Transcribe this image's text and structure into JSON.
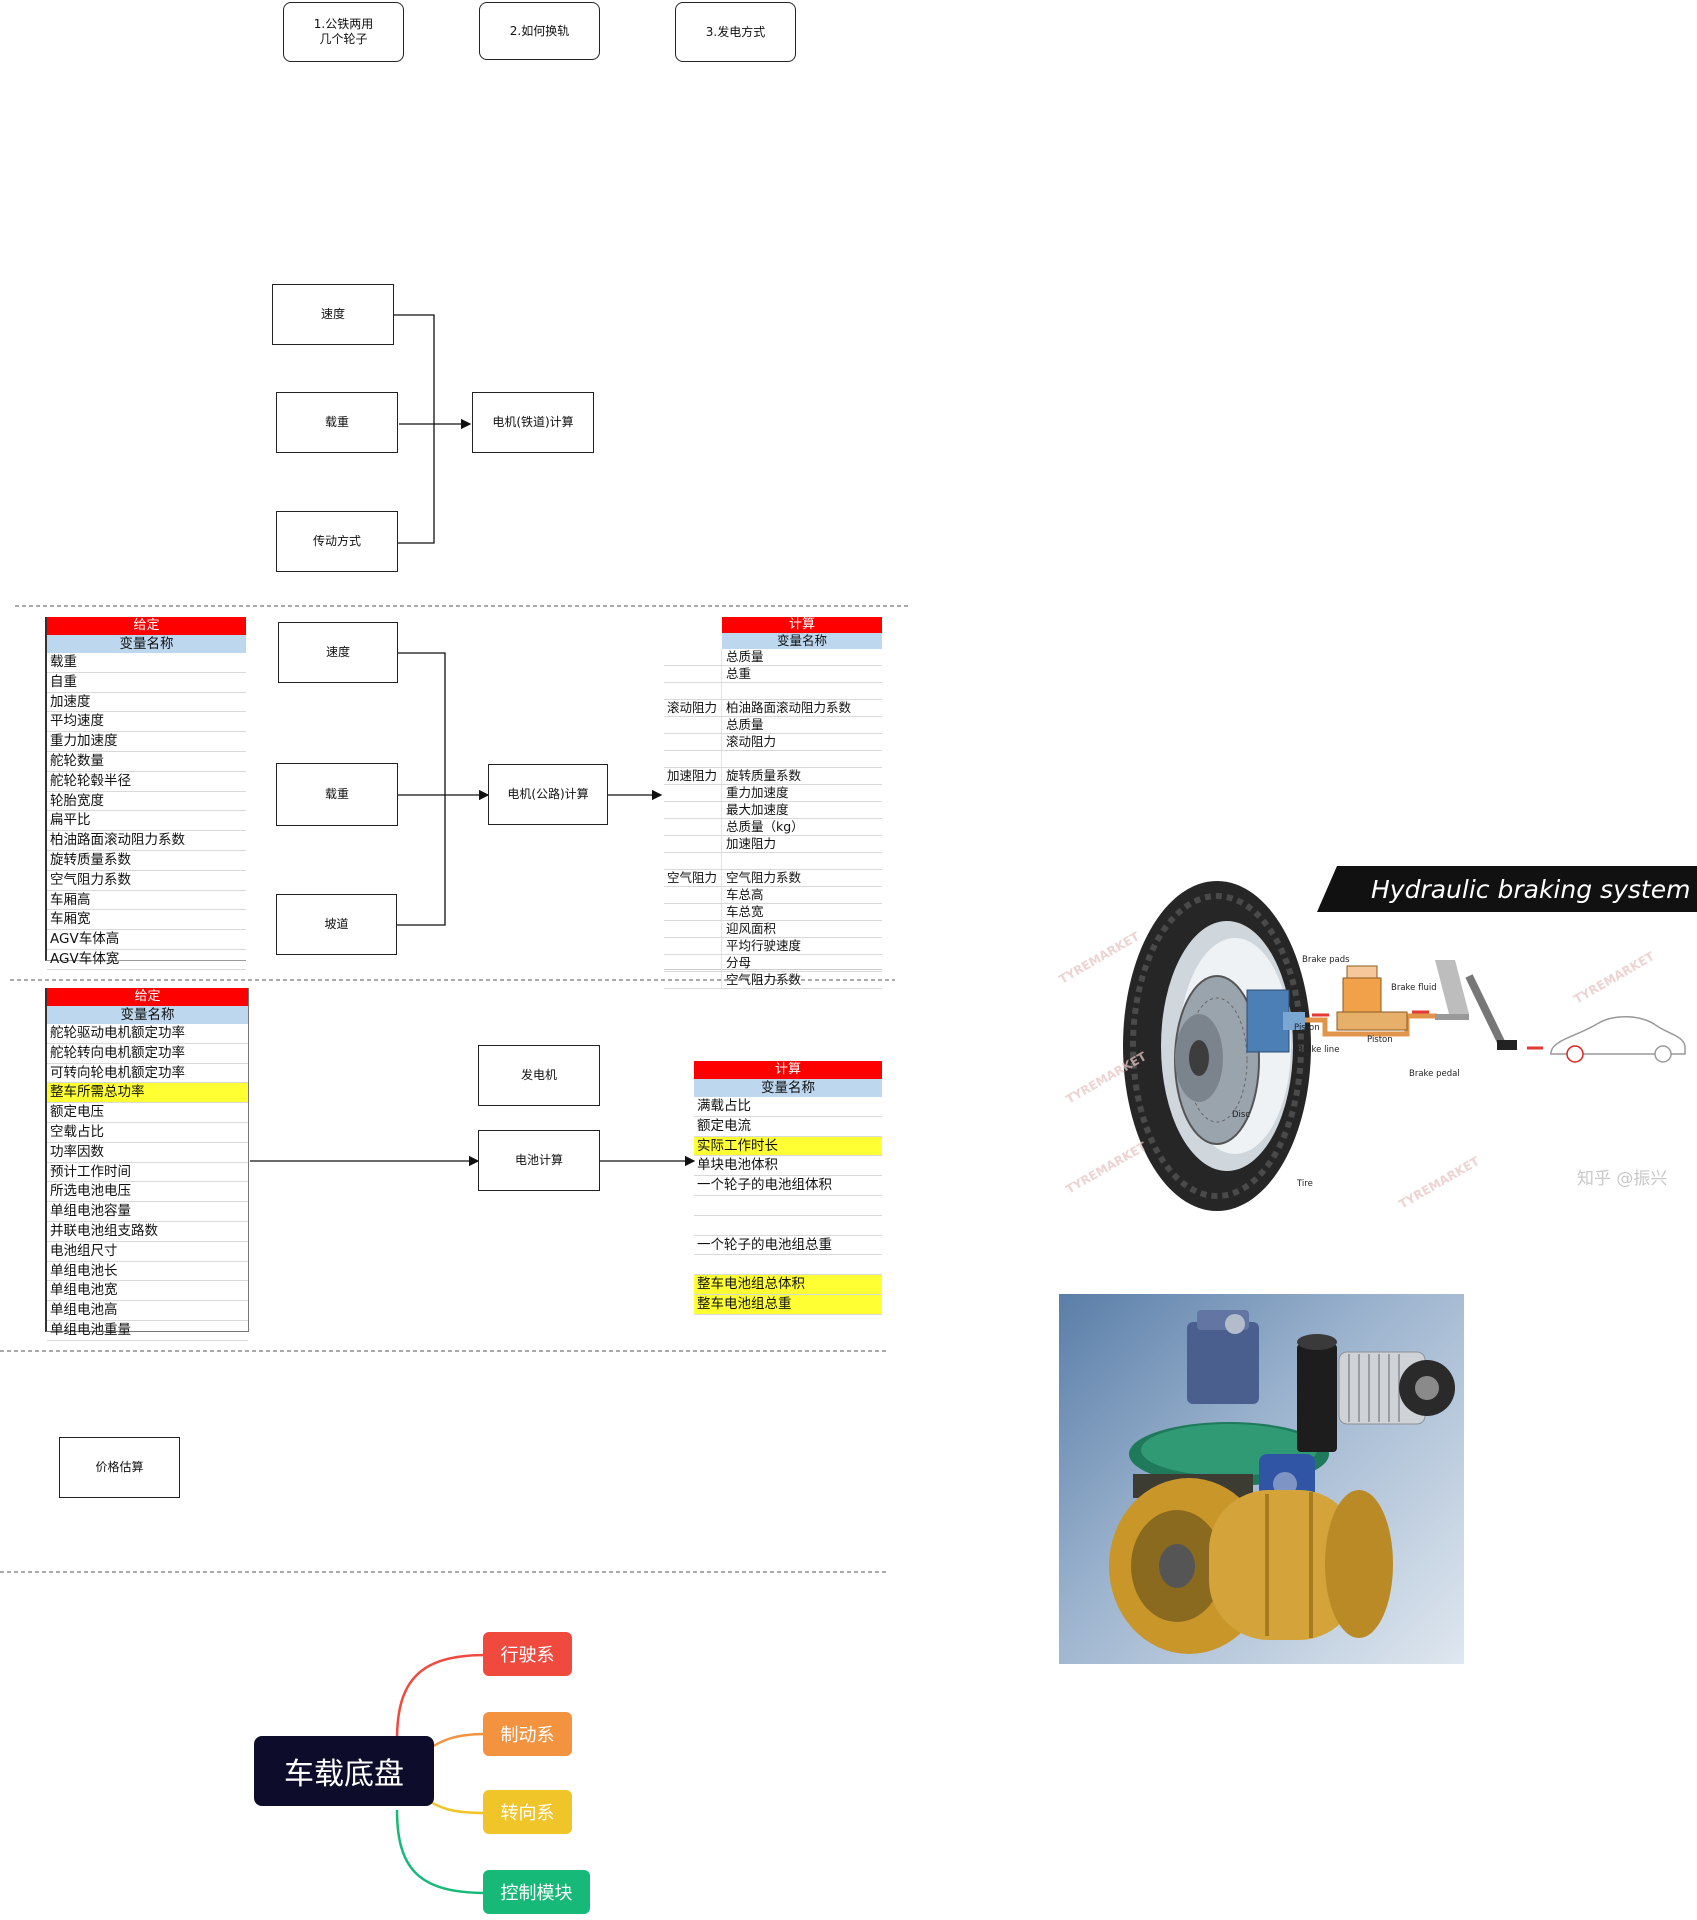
{
  "top_boxes": [
    "1.公铁两用\n几个轮子",
    "2.如何换轨",
    "3.发电方式"
  ],
  "rail_diagram": {
    "inputs": [
      "速度",
      "载重",
      "传动方式"
    ],
    "output": "电机(铁道)计算"
  },
  "road_diagram": {
    "inputs": [
      "速度",
      "载重",
      "坡道"
    ],
    "output": "电机(公路)计算"
  },
  "road_given_table": {
    "header": "给定",
    "subheader": "变量名称",
    "rows": [
      "载重",
      "自重",
      "加速度",
      "平均速度",
      "重力加速度",
      "舵轮数量",
      "舵轮轮毂半径",
      "轮胎宽度",
      "扁平比",
      "柏油路面滚动阻力系数",
      "旋转质量系数",
      "空气阻力系数",
      "车厢高",
      "车厢宽",
      "AGV车体高",
      "AGV车体宽"
    ]
  },
  "road_calc_table": {
    "header": "计算",
    "subheader": "变量名称",
    "rows": [
      {
        "group": "",
        "name": "总质量"
      },
      {
        "group": "",
        "name": "总重"
      },
      {
        "group": "",
        "name": ""
      },
      {
        "group": "滚动阻力",
        "name": "柏油路面滚动阻力系数"
      },
      {
        "group": "",
        "name": "总质量"
      },
      {
        "group": "",
        "name": "滚动阻力"
      },
      {
        "group": "",
        "name": ""
      },
      {
        "group": "加速阻力",
        "name": "旋转质量系数"
      },
      {
        "group": "",
        "name": "重力加速度"
      },
      {
        "group": "",
        "name": "最大加速度"
      },
      {
        "group": "",
        "name": "总质量（kg）"
      },
      {
        "group": "",
        "name": "加速阻力"
      },
      {
        "group": "",
        "name": ""
      },
      {
        "group": "空气阻力",
        "name": "空气阻力系数"
      },
      {
        "group": "",
        "name": "车总高"
      },
      {
        "group": "",
        "name": "车总宽"
      },
      {
        "group": "",
        "name": "迎风面积"
      },
      {
        "group": "",
        "name": "平均行驶速度"
      },
      {
        "group": "",
        "name": "分母"
      },
      {
        "group": "",
        "name": "空气阻力系数"
      }
    ]
  },
  "battery_diagram": {
    "generator": "发电机",
    "calc": "电池计算"
  },
  "battery_given_table": {
    "header": "给定",
    "subheader": "变量名称",
    "rows": [
      {
        "name": "舵轮驱动电机额定功率",
        "hl": false
      },
      {
        "name": "舵轮转向电机额定功率",
        "hl": false
      },
      {
        "name": "可转向轮电机额定功率",
        "hl": false
      },
      {
        "name": "整车所需总功率",
        "hl": true
      },
      {
        "name": "额定电压",
        "hl": false
      },
      {
        "name": "空载占比",
        "hl": false
      },
      {
        "name": "功率因数",
        "hl": false
      },
      {
        "name": "预计工作时间",
        "hl": false
      },
      {
        "name": "所选电池电压",
        "hl": false
      },
      {
        "name": "单组电池容量",
        "hl": false
      },
      {
        "name": "并联电池组支路数",
        "hl": false
      },
      {
        "name": "电池组尺寸",
        "hl": false
      },
      {
        "name": "单组电池长",
        "hl": false
      },
      {
        "name": "单组电池宽",
        "hl": false
      },
      {
        "name": "单组电池高",
        "hl": false
      },
      {
        "name": "单组电池重量",
        "hl": false
      }
    ]
  },
  "battery_calc_table": {
    "header": "计算",
    "subheader": "变量名称",
    "rows": [
      {
        "name": "满载占比",
        "hl": false
      },
      {
        "name": "额定电流",
        "hl": false
      },
      {
        "name": "实际工作时长",
        "hl": true
      },
      {
        "name": "单块电池体积",
        "hl": false
      },
      {
        "name": "一个轮子的电池组体积",
        "hl": false
      },
      {
        "name": "",
        "hl": false
      },
      {
        "name": "",
        "hl": false
      },
      {
        "name": "一个轮子的电池组总重",
        "hl": false
      },
      {
        "name": "",
        "hl": false
      },
      {
        "name": "整车电池组总体积",
        "hl": true
      },
      {
        "name": "整车电池组总重",
        "hl": true
      }
    ]
  },
  "price_box": "价格估算",
  "mindmap": {
    "root": "车载底盘",
    "branches": [
      {
        "label": "行驶系",
        "color": "#f04a3e"
      },
      {
        "label": "制动系",
        "color": "#f3933f"
      },
      {
        "label": "转向系",
        "color": "#f0c52a"
      },
      {
        "label": "控制模块",
        "color": "#17b978"
      }
    ]
  },
  "brake_image": {
    "title": "Hydraulic braking system",
    "labels": [
      "Brake pads",
      "Brake fluid",
      "Piston",
      "Brake line",
      "Piston",
      "Brake pedal",
      "Disc",
      "Tire"
    ],
    "watermark": "TYREMARKET",
    "credit": "知乎 @振兴"
  }
}
